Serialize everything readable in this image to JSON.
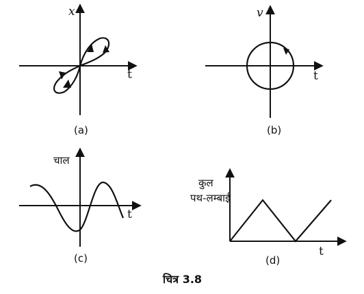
{
  "panels": {
    "a": {
      "caption": "(a)",
      "y_label": "x",
      "x_label": "t"
    },
    "b": {
      "caption": "(b)",
      "y_label": "v",
      "x_label": "t"
    },
    "c": {
      "caption": "(c)",
      "y_label": "चाल",
      "x_label": "t"
    },
    "d": {
      "caption": "(d)",
      "y_label_line1": "कुल",
      "y_label_line2": "पथ-लम्बाई",
      "x_label": "t"
    }
  },
  "figure_caption": "चित्र 3.8"
}
